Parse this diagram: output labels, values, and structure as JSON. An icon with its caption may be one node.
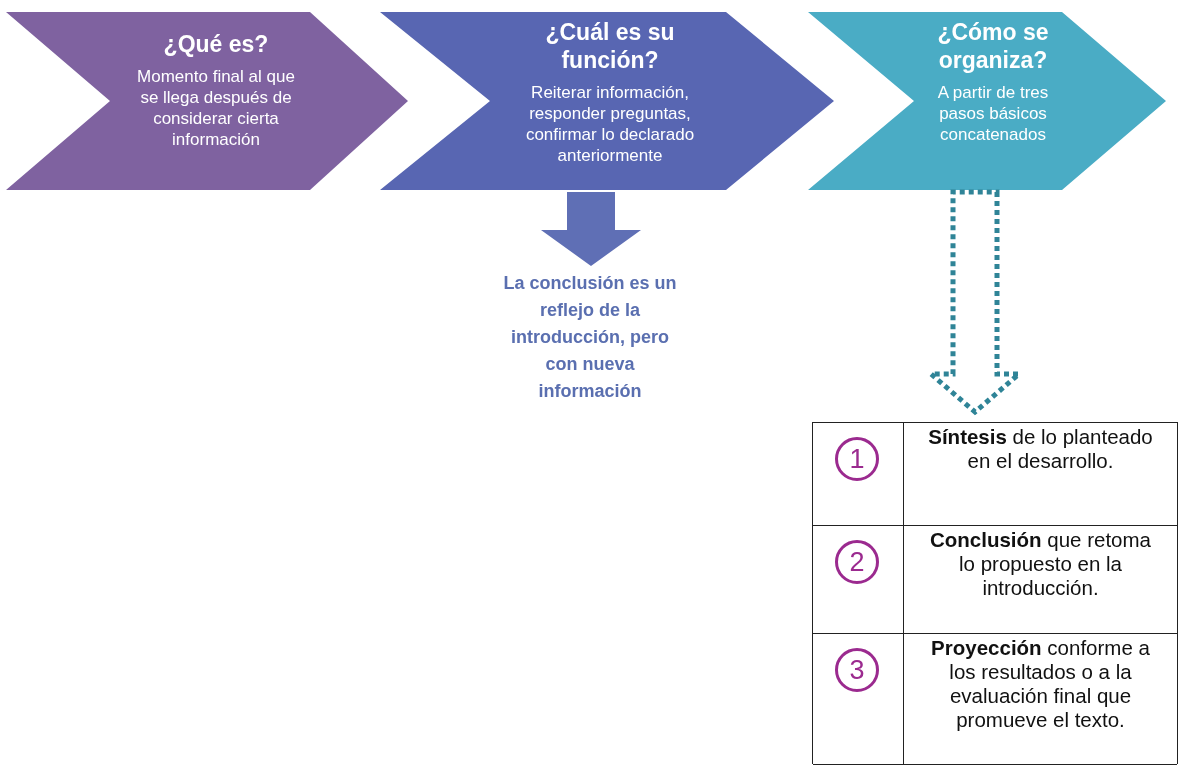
{
  "diagram": {
    "nodes": [
      {
        "text": [
          "¿Qué es?",
          "Momento final al que se llega después de considerar cierta información"
        ]
      },
      {
        "text": [
          "¿Cuál es su función?",
          "Reiterar información, responder preguntas, confirmar lo declarado anteriormente"
        ]
      },
      {
        "text": [
          "¿Cómo se organiza?",
          "A partir de tres pasos básicos concatenados"
        ]
      },
      {
        "text": [
          "La conclusión es un reflejo de la introducción, pero con nueva información"
        ]
      },
      {
        "text": [],
        "shape": "box"
      },
      {
        "text": [
          "1",
          "**Síntesis** de lo planteado en el desarrollo."
        ],
        "in": 4
      },
      {
        "text": [
          "2",
          "**Conclusión** que retoma lo propuesto en la introducción."
        ],
        "in": 4
      },
      {
        "text": [
          "3",
          "**Proyección** conforme a los resultados o a la evaluación final que promueve el texto."
        ],
        "in": 4
      }
    ],
    "edges": [
      {
        "from": 1,
        "to": 3,
        "arrow": "to",
        "style": "thick",
        "color": "#5f6fb5"
      },
      {
        "from": 2,
        "to": 4,
        "arrow": "to",
        "style": "dashed",
        "color": "#2f8497"
      }
    ]
  }
}
